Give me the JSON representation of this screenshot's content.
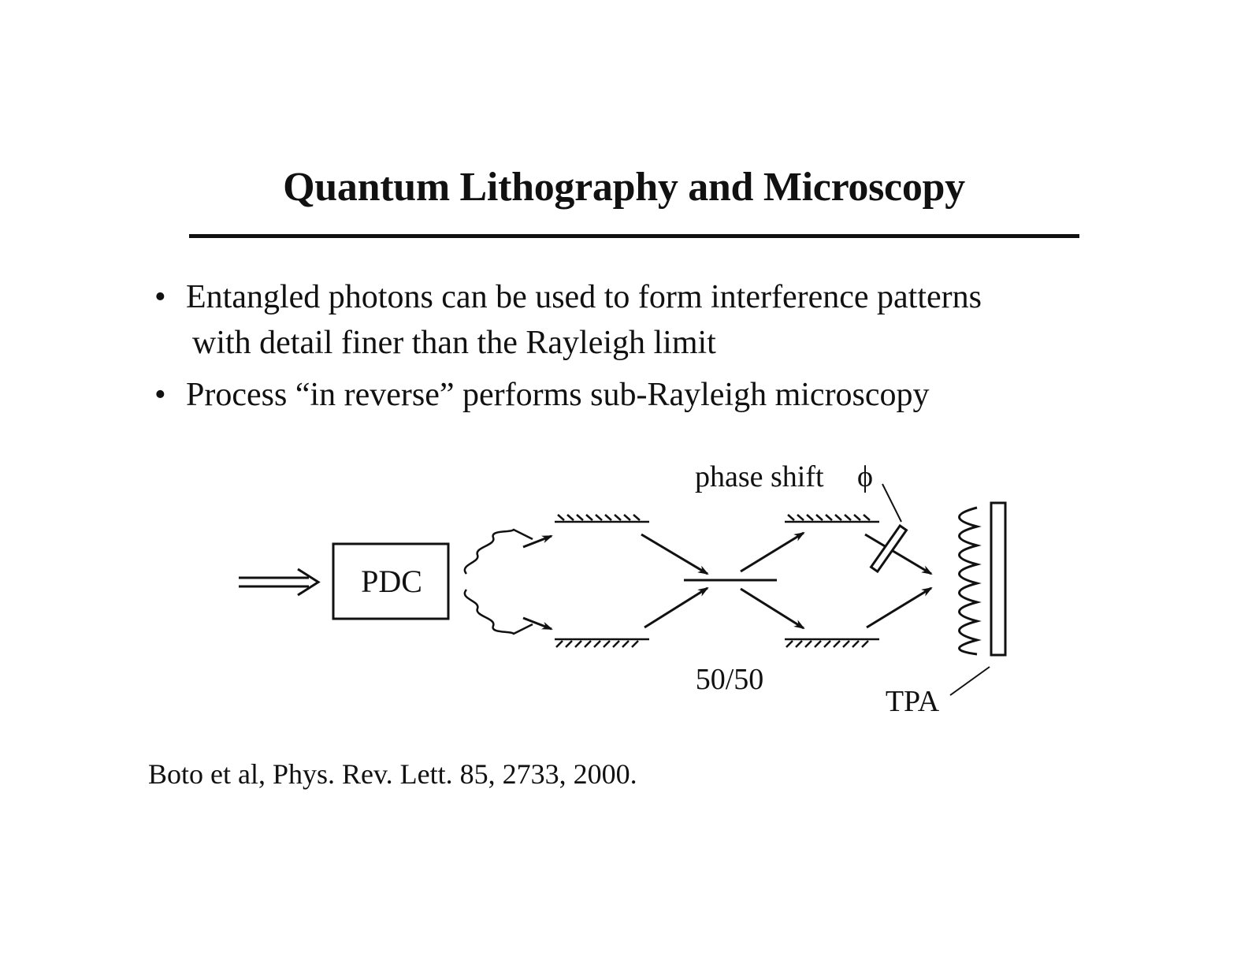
{
  "slide": {
    "title": "Quantum Lithography and Microscopy",
    "bullets": [
      {
        "line1": "Entangled photons can be used to form interference patterns",
        "line2": "with detail finer than the Rayleigh limit"
      },
      {
        "line1": "Process “in reverse” performs sub-Rayleigh microscopy",
        "line2": ""
      }
    ],
    "bullet_symbol": "•"
  },
  "diagram": {
    "source_label": "PDC",
    "phase_label": "phase shift",
    "phase_symbol": "ϕ",
    "splitter_label": "50/50",
    "detector_label": "TPA"
  },
  "citation": "Boto et al, Phys. Rev. Lett.  85, 2733, 2000."
}
